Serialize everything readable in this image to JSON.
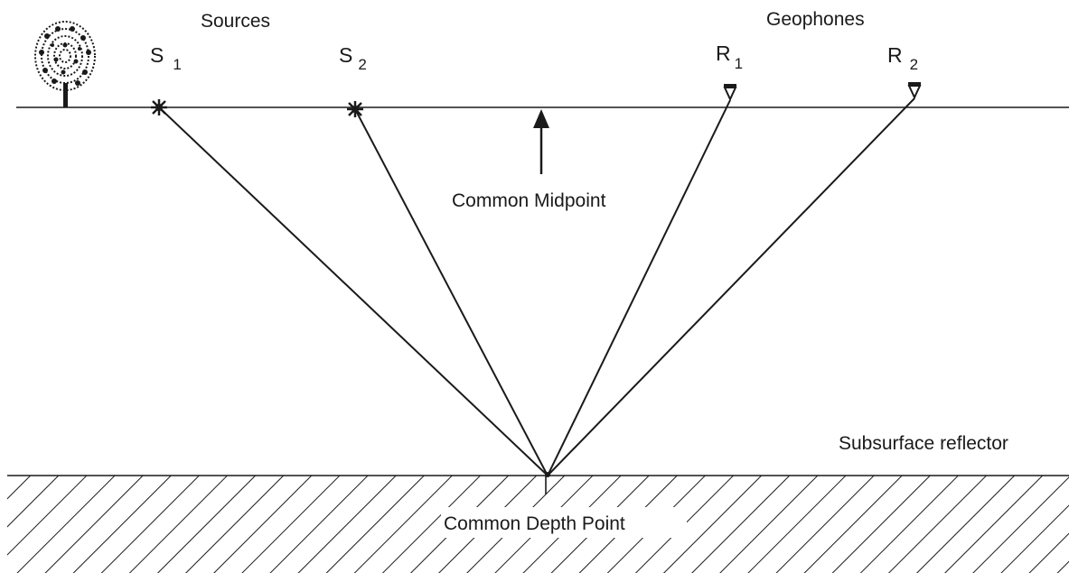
{
  "labels": {
    "sources": "Sources",
    "geophones": "Geophones",
    "common_midpoint": "Common Midpoint",
    "subsurface_reflector": "Subsurface reflector",
    "common_depth_point": "Common Depth Point"
  },
  "sources": [
    {
      "letter": "S",
      "index": "1"
    },
    {
      "letter": "S",
      "index": "2"
    }
  ],
  "receivers": [
    {
      "letter": "R",
      "index": "1"
    },
    {
      "letter": "R",
      "index": "2"
    }
  ],
  "colors": {
    "ink": "#1a1a1a",
    "background": "#ffffff"
  },
  "icons": [
    "tree-icon",
    "source-star-icon",
    "geophone-triangle-icon",
    "up-arrow-icon"
  ]
}
